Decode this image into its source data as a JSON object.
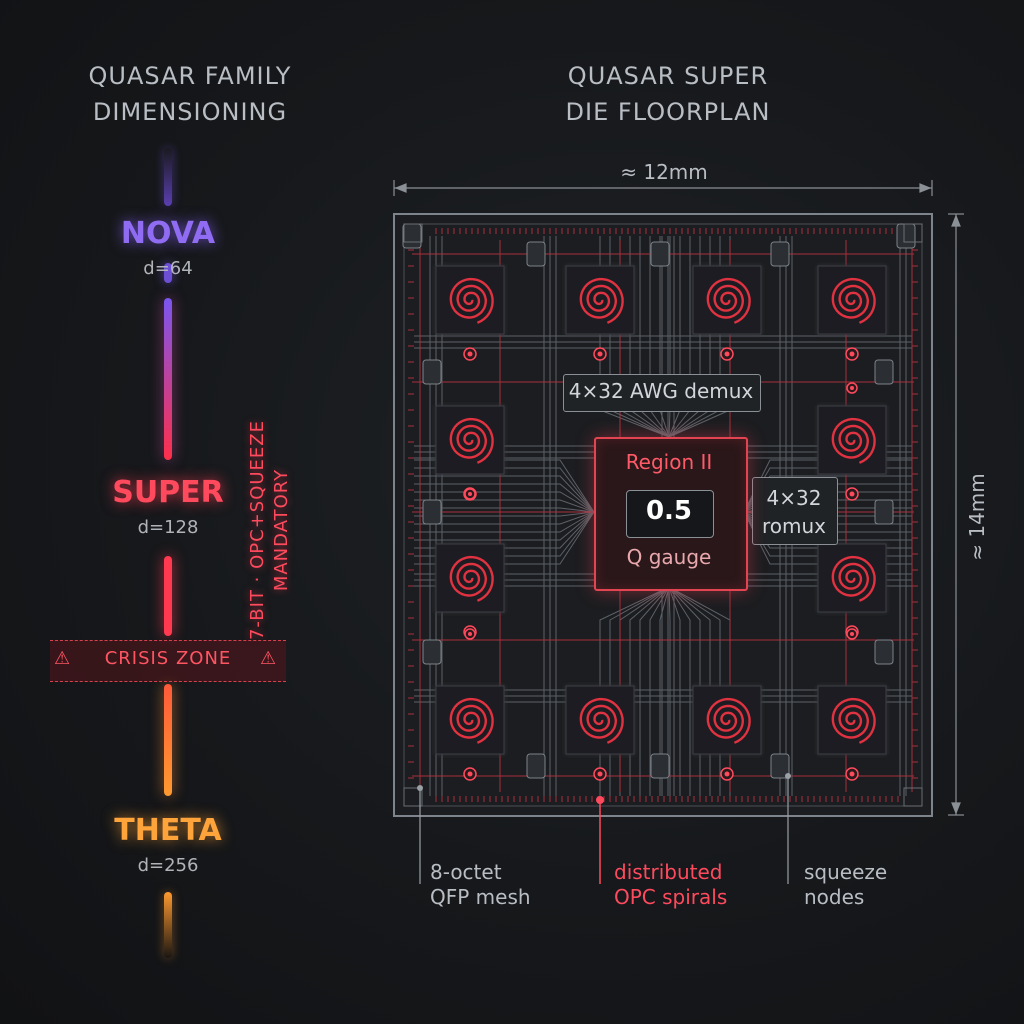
{
  "left_panel": {
    "title_line1": "QUASAR FAMILY",
    "title_line2": "DIMENSIONING",
    "tiers": [
      {
        "name": "NOVA",
        "dim": "d=64",
        "color": "#8f6cf2"
      },
      {
        "name": "SUPER",
        "dim": "d=128",
        "color": "#ff4a5e"
      },
      {
        "name": "THETA",
        "dim": "d=256",
        "color": "#ffa43a"
      }
    ],
    "vertical_note_line1": "7-BIT · OPC+SQUEEZE",
    "vertical_note_line2": "MANDATORY",
    "crisis_label": "CRISIS ZONE",
    "warning_icon": "⚠"
  },
  "right_panel": {
    "title_line1": "QUASAR SUPER",
    "title_line2": "DIE FLOORPLAN",
    "width_dim": "≈ 12mm",
    "height_dim": "≈ 14mm",
    "demux_label": "4×32 AWG demux",
    "romux_line1": "4×32",
    "romux_line2": "romux",
    "region_title": "Region II",
    "gauge_value": "0.5",
    "gauge_label": "Q gauge",
    "callouts": {
      "mesh_line1": "8-octet",
      "mesh_line2": "QFP mesh",
      "opc_line1": "distributed",
      "opc_line2": "OPC spirals",
      "nodes_line1": "squeeze",
      "nodes_line2": "nodes"
    }
  },
  "colors": {
    "accent_red": "#ff4a5e",
    "nova_purple": "#8f6cf2",
    "theta_orange": "#ffa43a",
    "trace_gray": "#5c6268"
  }
}
